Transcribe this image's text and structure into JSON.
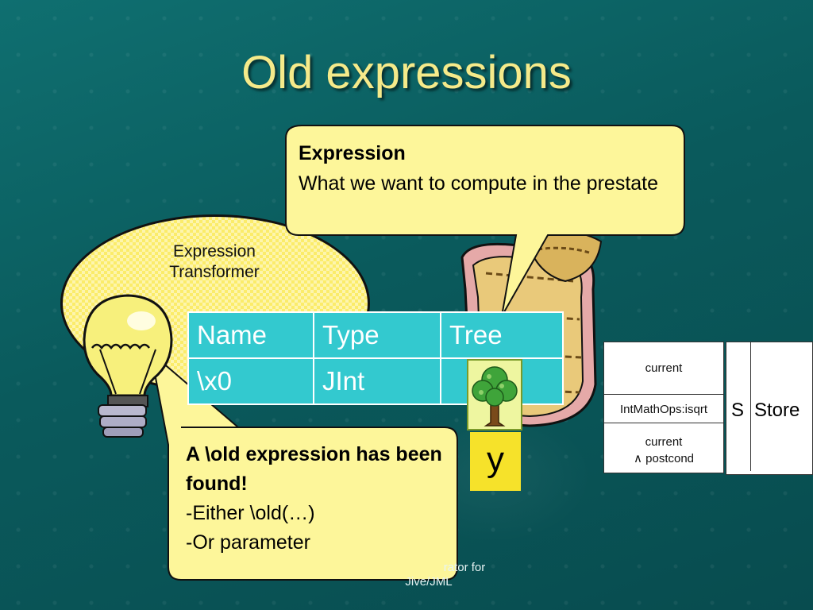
{
  "slide": {
    "title": "Old expressions",
    "ellipse_label": "Expression Transformer",
    "callout_expression": {
      "heading": "Expression",
      "body": "What we want to compute in the prestate"
    },
    "callout_old": {
      "heading": "A \\old expression has been found!",
      "line1": "-Either \\old(…)",
      "line2": "-Or parameter"
    },
    "table": {
      "headers": [
        "Name",
        "Type",
        "Tree"
      ],
      "row": [
        "\\x0",
        "JInt",
        ""
      ]
    },
    "tree_label": "y",
    "stack": {
      "top": "current",
      "middle": "IntMathOps:isqrt",
      "bottom_line1": "current",
      "bottom_line2": "∧ postcond"
    },
    "store": {
      "s": "S",
      "label": "Store"
    },
    "footer": {
      "line1": "rator for",
      "line2": "Jive/JML"
    }
  },
  "colors": {
    "background": "#0a5a5c",
    "title": "#f5ea8a",
    "callout": "#fdf69a",
    "table": "#33c9cf",
    "y_box": "#f6e22a"
  }
}
